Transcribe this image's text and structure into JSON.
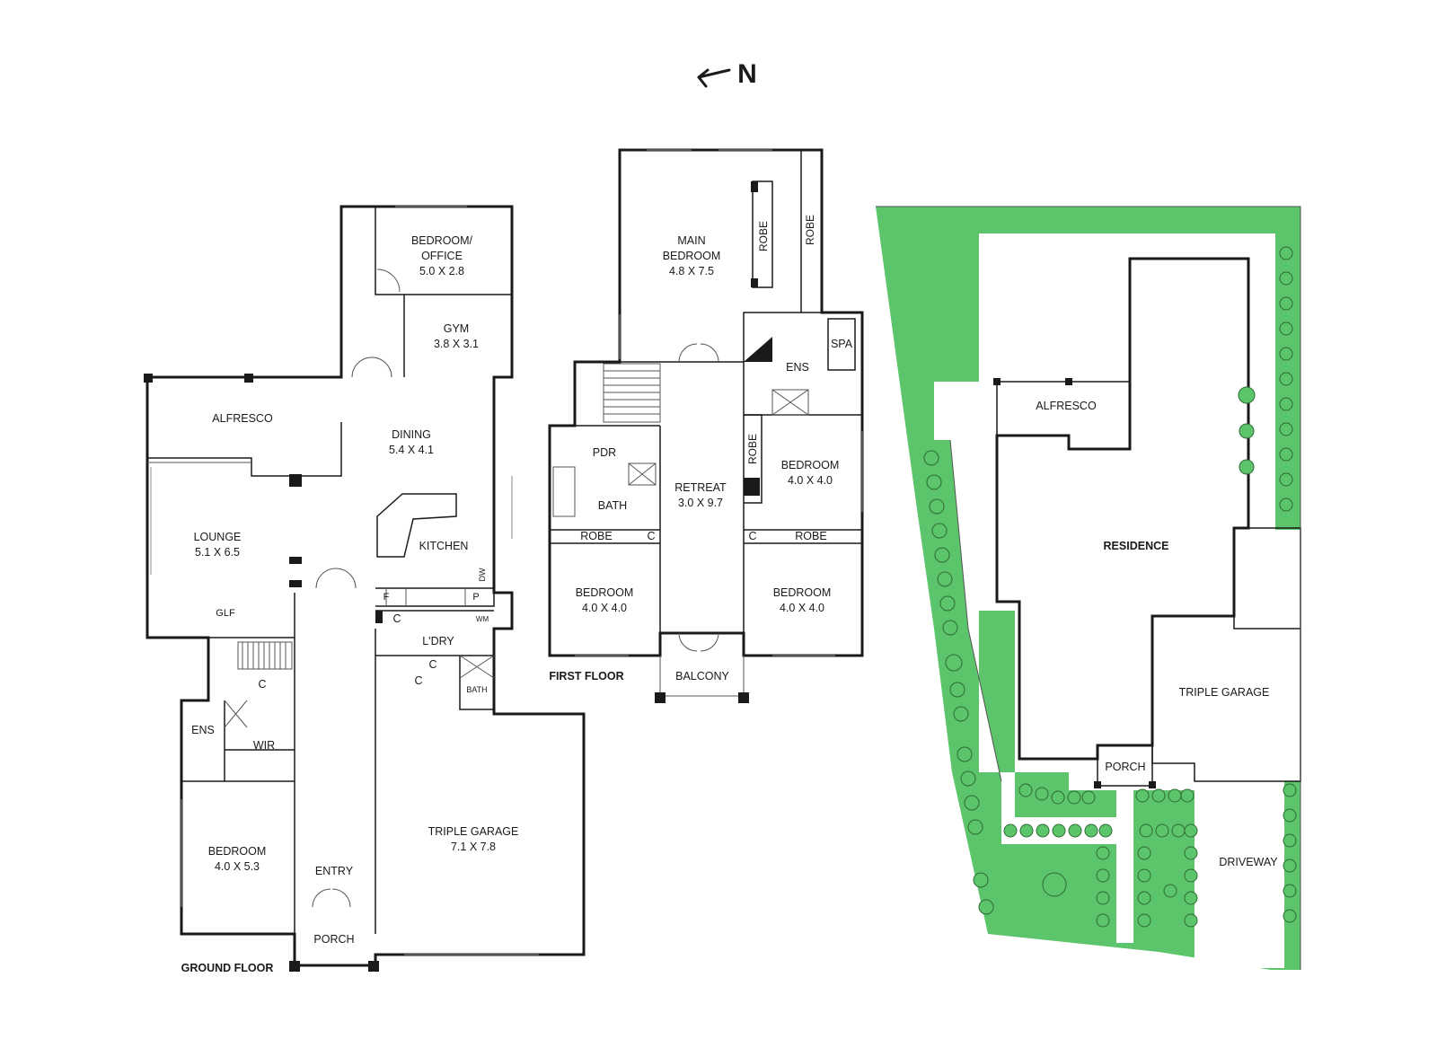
{
  "compass": {
    "label": "N"
  },
  "ground_floor": {
    "title": "GROUND FLOOR",
    "rooms": {
      "bedroom_office": {
        "name_line1": "BEDROOM/",
        "name_line2": "OFFICE",
        "size": "5.0 X 2.8"
      },
      "gym": {
        "name": "GYM",
        "size": "3.8 X 3.1"
      },
      "alfresco": {
        "name": "ALFRESCO"
      },
      "dining": {
        "name": "DINING",
        "size": "5.4 X 4.1"
      },
      "lounge": {
        "name": "LOUNGE",
        "size": "5.1 X 6.5"
      },
      "kitchen": {
        "name": "KITCHEN"
      },
      "dw": "DW",
      "glf": "GLF",
      "fridge": "F",
      "pantry": "P",
      "wm": "WM",
      "laundry_cupboard": "C",
      "laundry": {
        "name": "L'DRY"
      },
      "laundry_c2": "C",
      "laundry_c3": "C",
      "bath": "BATH",
      "stair_cupboard": "C",
      "ens": "ENS",
      "wir": "WIR",
      "bedroom": {
        "name": "BEDROOM",
        "size": "4.0 X 5.3"
      },
      "entry": "ENTRY",
      "porch": "PORCH",
      "triple_garage": {
        "name": "TRIPLE GARAGE",
        "size": "7.1 X 7.8"
      }
    }
  },
  "first_floor": {
    "title": "FIRST FLOOR",
    "rooms": {
      "main_bedroom": {
        "name_line1": "MAIN",
        "name_line2": "BEDROOM",
        "size": "4.8 X 7.5"
      },
      "robe_main_1": "ROBE",
      "robe_main_2": "ROBE",
      "spa": "SPA",
      "ens": "ENS",
      "pdr": "PDR",
      "bath": "BATH",
      "retreat": {
        "name": "RETREAT",
        "size": "3.0 X 9.7"
      },
      "robe_right_vertical": "ROBE",
      "bedroom_ne": {
        "name": "BEDROOM",
        "size": "4.0 X 4.0"
      },
      "robe_left": "ROBE",
      "c_left": "C",
      "c_right": "C",
      "robe_right": "ROBE",
      "bedroom_sw": {
        "name": "BEDROOM",
        "size": "4.0 X 4.0"
      },
      "bedroom_se": {
        "name": "BEDROOM",
        "size": "4.0 X 4.0"
      },
      "balcony": "BALCONY"
    }
  },
  "site_plan": {
    "alfresco": "ALFRESCO",
    "residence": "RESIDENCE",
    "triple_garage": "TRIPLE GARAGE",
    "porch": "PORCH",
    "driveway": "DRIVEWAY"
  },
  "colors": {
    "grass": "#5cc46a",
    "walls": "#1a1a1a"
  }
}
